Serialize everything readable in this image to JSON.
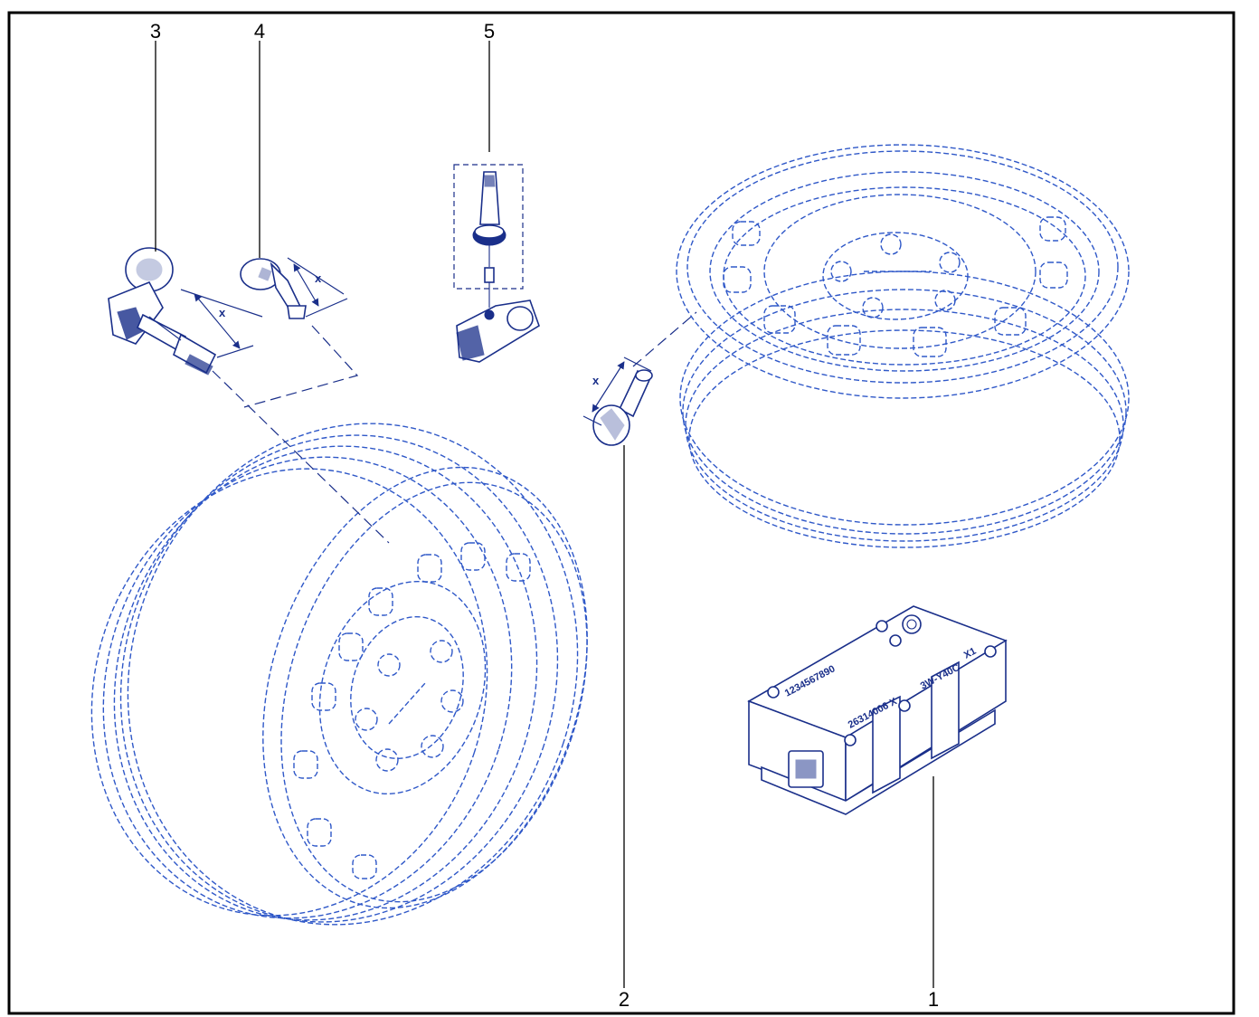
{
  "diagram": {
    "callouts": [
      {
        "id": "1",
        "text": "1"
      },
      {
        "id": "2",
        "text": "2"
      },
      {
        "id": "3",
        "text": "3"
      },
      {
        "id": "4",
        "text": "4"
      },
      {
        "id": "5",
        "text": "5"
      }
    ],
    "dimension_label": "x",
    "module_label_lines": [
      "1234567890",
      "26314006 X",
      "3W-Y40C",
      "X1"
    ],
    "colors": {
      "line_art": "#1a2f8a",
      "phantom_wheel": "#2f58c8",
      "frame": "#000000",
      "background": "#ffffff"
    },
    "parts": [
      {
        "callout": "1",
        "icon": "tpms-control-module-icon"
      },
      {
        "callout": "2",
        "icon": "rubber-snap-in-valve-icon"
      },
      {
        "callout": "3",
        "icon": "tpms-sensor-with-metal-valve-icon"
      },
      {
        "callout": "4",
        "icon": "snap-in-valve-stem-icon"
      },
      {
        "callout": "5",
        "icon": "tpms-sensor-with-rubber-valve-icon"
      }
    ]
  }
}
